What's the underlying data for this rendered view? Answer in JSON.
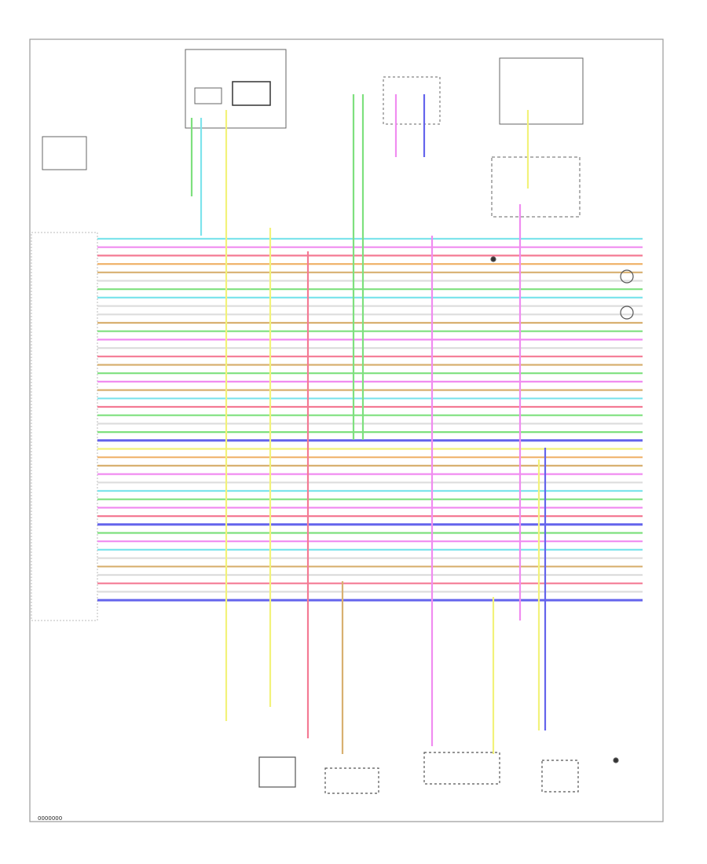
{
  "diagram_code": "0000000",
  "colors": {
    "green": "#7ee07e",
    "yellow": "#f2f27a",
    "pink": "#f08cf0",
    "red": "#f47a94",
    "blue": "#6464ec",
    "cyan": "#7ee4ec",
    "orange": "#f0b46e",
    "tan": "#d8b070",
    "brightgreen": "#5ce05c",
    "frame": "#999999"
  },
  "wire_color_sequence": [
    "cyan",
    "pink",
    "red",
    "orange",
    "tan",
    "white",
    "green",
    "cyan",
    "white",
    "white",
    "tan",
    "green",
    "pink",
    "white",
    "red",
    "tan",
    "green",
    "pink",
    "tan",
    "cyan",
    "red",
    "green",
    "white",
    "green",
    "blue",
    "yellow",
    "orange",
    "tan",
    "pink",
    "white",
    "cyan",
    "green",
    "pink",
    "red",
    "blue",
    "green",
    "pink",
    "cyan",
    "white",
    "tan",
    "white",
    "red",
    "white",
    "blue"
  ]
}
